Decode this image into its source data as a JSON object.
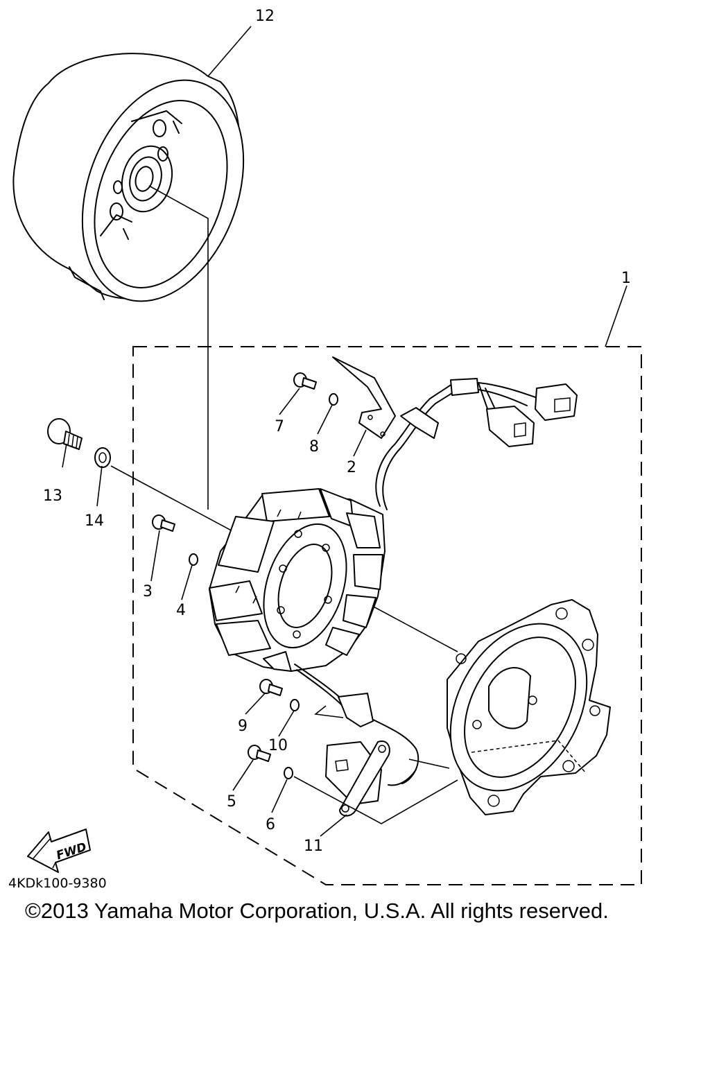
{
  "diagram": {
    "code": "4KDk100-9380",
    "copyright": "©2013 Yamaha Motor Corporation, U.S.A. All rights reserved.",
    "fwd_label": "FWD",
    "callouts": {
      "p1": "1",
      "p2": "2",
      "p3": "3",
      "p4": "4",
      "p5": "5",
      "p6": "6",
      "p7": "7",
      "p8": "8",
      "p9": "9",
      "p10": "10",
      "p11": "11",
      "p12": "12",
      "p13": "13",
      "p14": "14"
    }
  }
}
